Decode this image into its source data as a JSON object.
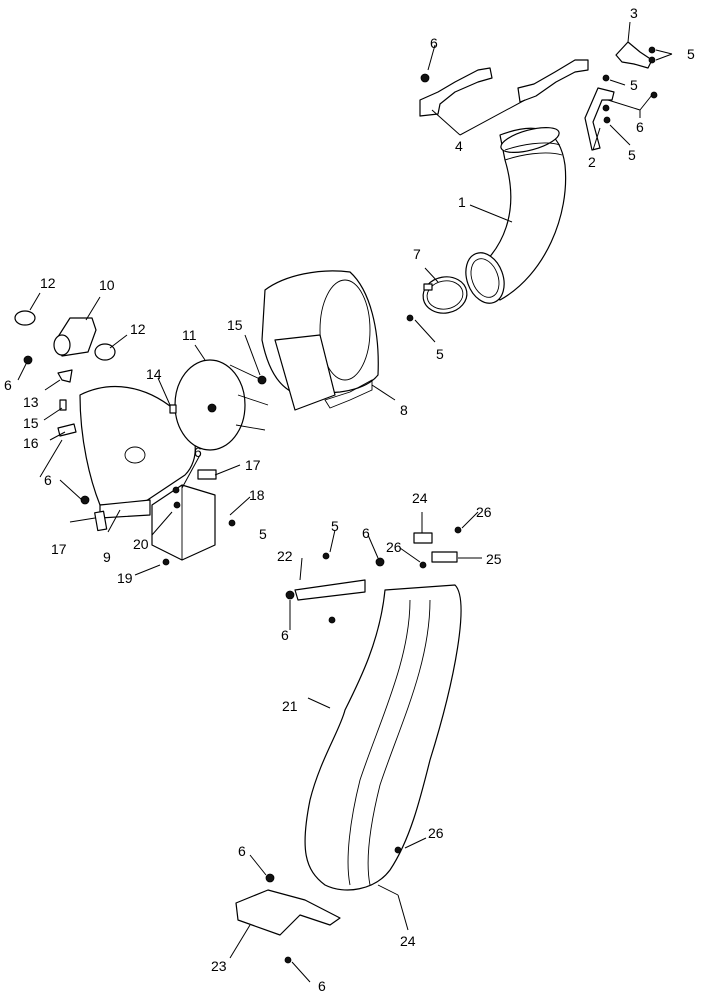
{
  "diagram": {
    "type": "exploded parts diagram",
    "callouts": [
      {
        "id": "c1",
        "text": "1"
      },
      {
        "id": "c2",
        "text": "2"
      },
      {
        "id": "c3",
        "text": "3"
      },
      {
        "id": "c4",
        "text": "4"
      },
      {
        "id": "c5a",
        "text": "5"
      },
      {
        "id": "c5b",
        "text": "5"
      },
      {
        "id": "c5c",
        "text": "5"
      },
      {
        "id": "c5d",
        "text": "5"
      },
      {
        "id": "c5e",
        "text": "5"
      },
      {
        "id": "c5f",
        "text": "5"
      },
      {
        "id": "c6a",
        "text": "6"
      },
      {
        "id": "c6b",
        "text": "6"
      },
      {
        "id": "c6c",
        "text": "6"
      },
      {
        "id": "c6d",
        "text": "6"
      },
      {
        "id": "c6e",
        "text": "6"
      },
      {
        "id": "c6f",
        "text": "6"
      },
      {
        "id": "c6g",
        "text": "6"
      },
      {
        "id": "c6h",
        "text": "6"
      },
      {
        "id": "c6i",
        "text": "6"
      },
      {
        "id": "c7",
        "text": "7"
      },
      {
        "id": "c8",
        "text": "8"
      },
      {
        "id": "c9",
        "text": "9"
      },
      {
        "id": "c10",
        "text": "10"
      },
      {
        "id": "c11",
        "text": "11"
      },
      {
        "id": "c12a",
        "text": "12"
      },
      {
        "id": "c12b",
        "text": "12"
      },
      {
        "id": "c13",
        "text": "13"
      },
      {
        "id": "c14",
        "text": "14"
      },
      {
        "id": "c15a",
        "text": "15"
      },
      {
        "id": "c15b",
        "text": "15"
      },
      {
        "id": "c16",
        "text": "16"
      },
      {
        "id": "c17a",
        "text": "17"
      },
      {
        "id": "c17b",
        "text": "17"
      },
      {
        "id": "c18",
        "text": "18"
      },
      {
        "id": "c19",
        "text": "19"
      },
      {
        "id": "c20",
        "text": "20"
      },
      {
        "id": "c21",
        "text": "21"
      },
      {
        "id": "c22",
        "text": "22"
      },
      {
        "id": "c23",
        "text": "23"
      },
      {
        "id": "c24a",
        "text": "24"
      },
      {
        "id": "c24b",
        "text": "24"
      },
      {
        "id": "c25",
        "text": "25"
      },
      {
        "id": "c26a",
        "text": "26"
      },
      {
        "id": "c26b",
        "text": "26"
      },
      {
        "id": "c26c",
        "text": "26"
      }
    ]
  }
}
